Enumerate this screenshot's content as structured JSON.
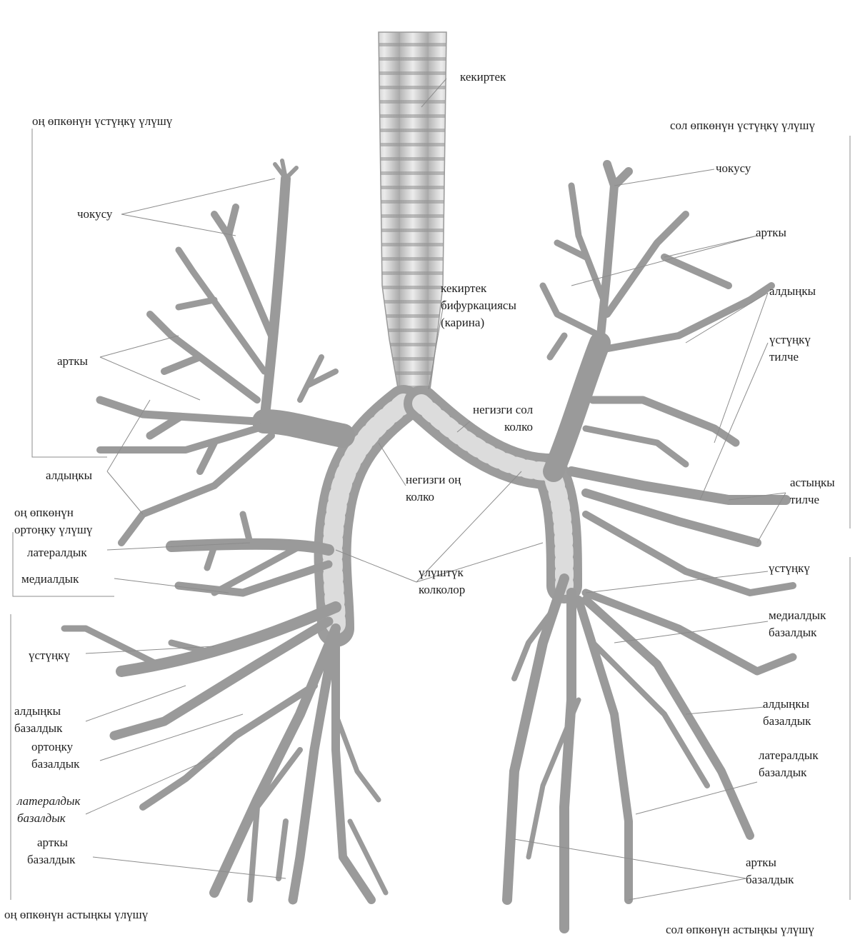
{
  "labels": {
    "trachea": "кекиртек",
    "bifurcation": [
      "кекиртек",
      "бифуркациясы",
      "(карина)"
    ],
    "left_main_bronchus": [
      "негизги сол",
      "колко"
    ],
    "right_main_bronchus": [
      "негизги оң",
      "колко"
    ],
    "lobar_bronchi": [
      "үлүштүк",
      "колколор"
    ],
    "right_upper_lobe": "оң өпкөнүн үстүңкү үлүшү",
    "right_apical": "чокусу",
    "right_posterior": "арткы",
    "right_anterior": "алдыңкы",
    "right_middle_lobe": [
      "оң өпкөнүн",
      "ортоңку үлүшү"
    ],
    "right_lateral": "латералдык",
    "right_medial": "медиалдык",
    "right_superior": "үстүңкү",
    "right_anterior_basal": [
      "алдыңкы",
      "базалдык"
    ],
    "right_medial_basal": [
      "ортоңку",
      "базалдык"
    ],
    "right_lateral_basal": [
      "латералдык",
      "базалдык"
    ],
    "right_posterior_basal": [
      "арткы",
      "базалдык"
    ],
    "right_lower_lobe": "оң өпкөнүн астыңкы үлүшү",
    "left_upper_lobe": "сол өпкөнүн үстүңкү үлүшү",
    "left_apical": "чокусу",
    "left_posterior": "арткы",
    "left_anterior": "алдыңкы",
    "left_superior_lingula": [
      "үстүңкү",
      "тилче"
    ],
    "left_inferior_lingula": [
      "астыңкы",
      "тилче"
    ],
    "left_superior": "үстүңкү",
    "left_medial_basal": [
      "медиалдык",
      "базалдык"
    ],
    "left_anterior_basal": [
      "алдыңкы",
      "базалдык"
    ],
    "left_lateral_basal": [
      "латералдык",
      "базалдык"
    ],
    "left_posterior_basal": [
      "арткы",
      "базалдык"
    ],
    "left_lower_lobe": "сол өпкөнүн астыңкы үлүшү"
  },
  "colors": {
    "bronchus_fill": "#9a9a9a",
    "bronchus_light": "#d9d9d9",
    "leader_line": "#8c8c8c",
    "text": "#1e1e1e"
  }
}
